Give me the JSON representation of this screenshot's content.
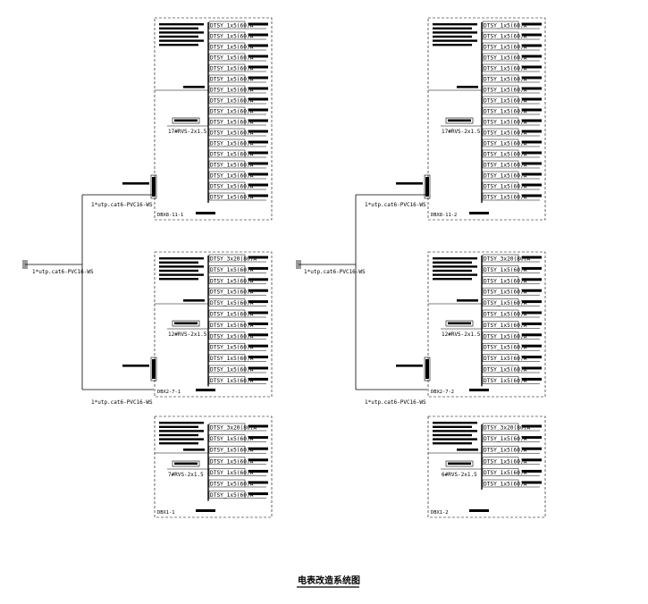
{
  "title": "电表改造系统图",
  "main_feeders": [
    {
      "id": "L",
      "label": "1*utp.cat6-PVC16-WS"
    },
    {
      "id": "R",
      "label": "1*utp.cat6-PVC16-WS"
    }
  ],
  "feeders": [
    {
      "id": "L1",
      "label": "1*utp.cat6-PVC16-WS"
    },
    {
      "id": "L2",
      "label": "1*utp.cat6-PVC16-WS"
    },
    {
      "id": "R1",
      "label": "1*utp.cat6-PVC16-WS"
    },
    {
      "id": "R2",
      "label": "1*utp.cat6-PVC16-WS"
    }
  ],
  "panels": [
    {
      "id": "p1",
      "name": "DBX8-11-1",
      "first_meter": "DTSY_1x5(60)A",
      "meter": "DTSY_1x5(60)A",
      "rows": 17,
      "cable": "17#RVS-2x1.5"
    },
    {
      "id": "p2",
      "name": "DBX8-11-2",
      "first_meter": "DTSY_1x5(60)A",
      "meter": "DTSY_1x5(60)A",
      "rows": 17,
      "cable": "17#RVS-2x1.5"
    },
    {
      "id": "p3",
      "name": "DBX2-7-1",
      "first_meter": "DTSY_3x20(80)A",
      "meter": "DTSY_1x5(60)A",
      "rows": 12,
      "cable": "12#RVS-2x1.5"
    },
    {
      "id": "p4",
      "name": "DBX2-7-2",
      "first_meter": "DTSY_3x20(80)A",
      "meter": "DTSY_1x5(60)A",
      "rows": 12,
      "cable": "12#RVS-2x1.5"
    },
    {
      "id": "p5",
      "name": "DBX1-1",
      "first_meter": "DTSY_3x20(80)A",
      "meter": "DTSY_1x5(60)A",
      "rows": 7,
      "cable": "7#RVS-2x1.5"
    },
    {
      "id": "p6",
      "name": "DBX1-2",
      "first_meter": "DTSY_3x20(80)A",
      "meter": "DTSY_1x5(60)A",
      "rows": 6,
      "cable": "6#RVS-2x1.5"
    }
  ]
}
